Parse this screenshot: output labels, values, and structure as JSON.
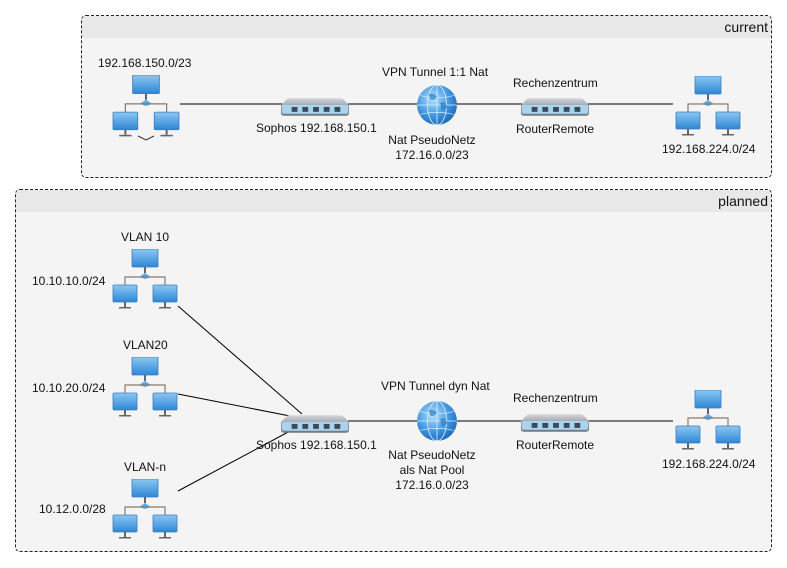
{
  "groups": {
    "current": {
      "title": "current",
      "lan_label": "192.168.150.0/23",
      "firewall_label": "Sophos 192.168.150.1",
      "tunnel_label": "VPN Tunnel 1:1 Nat",
      "cloud_label_lines": [
        "Nat PseudoNetz",
        "172.16.0.0/23"
      ],
      "router_top_label": "Rechenzentrum",
      "router_bottom_label": "RouterRemote",
      "remote_lan_label": "192.168.224.0/24"
    },
    "planned": {
      "title": "planned",
      "vlans": [
        {
          "name": "VLAN 10",
          "subnet": "10.10.10.0/24"
        },
        {
          "name": "VLAN20",
          "subnet": "10.10.20.0/24"
        },
        {
          "name": "VLAN-n",
          "subnet": "10.12.0.0/28"
        }
      ],
      "firewall_label": "Sophos 192.168.150.1",
      "tunnel_label": "VPN Tunnel dyn Nat",
      "cloud_label_lines": [
        "Nat PseudoNetz",
        "als Nat Pool",
        "172.16.0.0/23"
      ],
      "router_top_label": "Rechenzentrum",
      "router_bottom_label": "RouterRemote",
      "remote_lan_label": "192.168.224.0/24"
    }
  },
  "colors": {
    "group_border": "#222222",
    "group_fill": "#f4f4f4",
    "group_header": "#e8e8e8",
    "screen_blue": "#4a9ee0",
    "device_gray": "#9aa0a8",
    "globe_blue": "#3f95df"
  }
}
